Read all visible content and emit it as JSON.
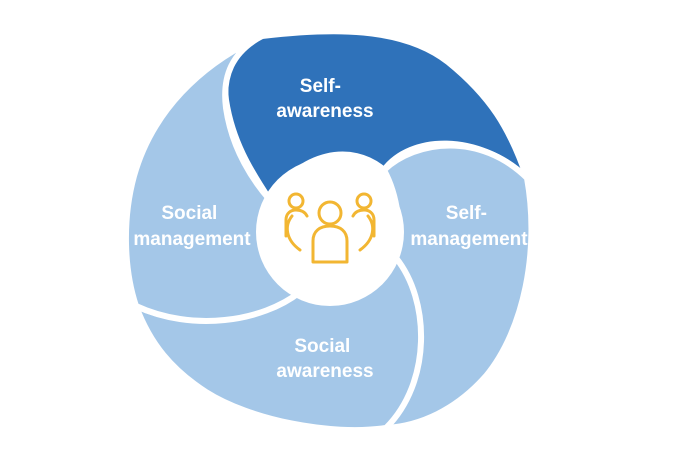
{
  "segments": [
    {
      "key": "self_awareness",
      "lines": [
        "Self-",
        "awareness"
      ],
      "color": "#2f72ba"
    },
    {
      "key": "self_management",
      "lines": [
        "Self-",
        "management"
      ],
      "color": "#a4c7e8"
    },
    {
      "key": "social_awareness",
      "lines": [
        "Social",
        "awareness"
      ],
      "color": "#a4c7e8"
    },
    {
      "key": "social_management",
      "lines": [
        "Social",
        "management"
      ],
      "color": "#a4c7e8"
    }
  ],
  "center": {
    "icon": "people-group-icon",
    "icon_color": "#f2b632"
  }
}
